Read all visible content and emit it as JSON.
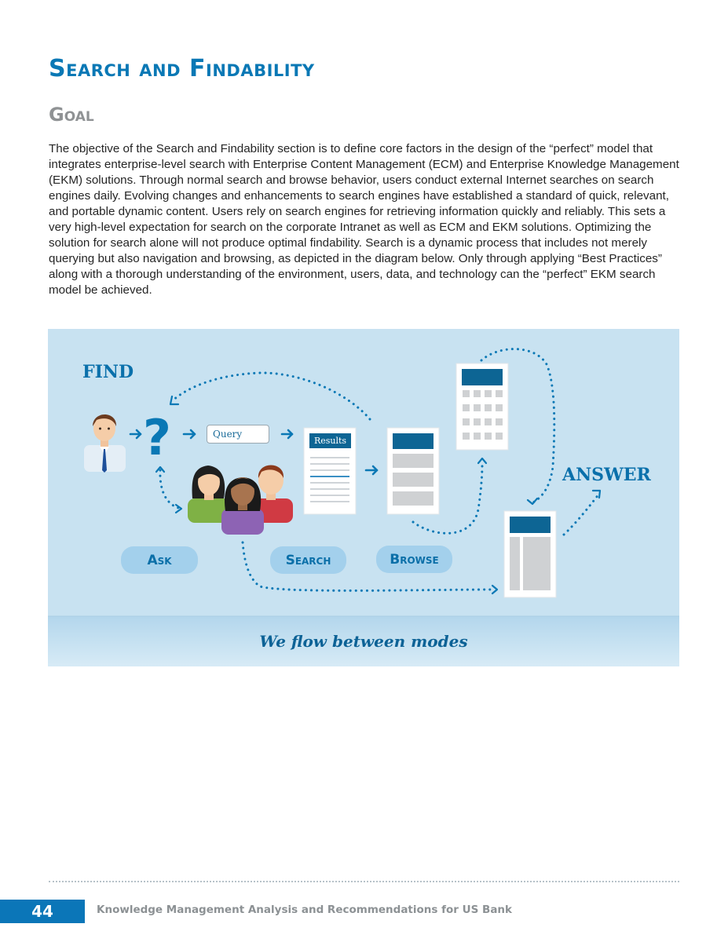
{
  "page": {
    "title": "Search and Findability",
    "subtitle": "Goal",
    "body": "The objective of the Search and Findability section is to define core factors in the design of the “perfect” model that integrates enterprise-level search with Enterprise Content Management (ECM) and Enterprise Knowledge Management (EKM) solutions. Through normal search and browse behavior, users conduct external Internet searches on search engines daily. Evolving changes and enhancements to search engines have established a standard of quick, relevant, and portable dynamic content. Users rely on search engines for retrieving information quickly and reliably. This sets a very high-level expectation for search on the corporate Intranet as well as ECM and EKM solutions. Optimizing the solution for search alone will not produce optimal findability. Search is a dynamic process that includes not merely querying but also navigation and browsing, as depicted in the diagram below. Only through applying “Best Practices” along with a thorough understanding of the environment, users, data, and technology can the “perfect” EKM search model be achieved."
  },
  "diagram": {
    "find_label": "FIND",
    "answer_label": "ANSWER",
    "query_label": "Query",
    "results_label": "Results",
    "modes": [
      "Ask",
      "Search",
      "Browse"
    ],
    "caption": "We flow between modes",
    "icons": [
      "user-icon",
      "question-mark-icon",
      "people-group-icon",
      "results-document-icon",
      "browse-page-icon",
      "grid-page-icon",
      "answer-page-icon"
    ]
  },
  "footer": {
    "page_number": "44",
    "text": "Knowledge Management Analysis and Recommendations for US Bank"
  },
  "colors": {
    "accent_blue": "#0a78b5",
    "diagram_background": "#c8e2f1",
    "mode_button": "#a3d0ec",
    "heading_gray": "#8f9294"
  }
}
